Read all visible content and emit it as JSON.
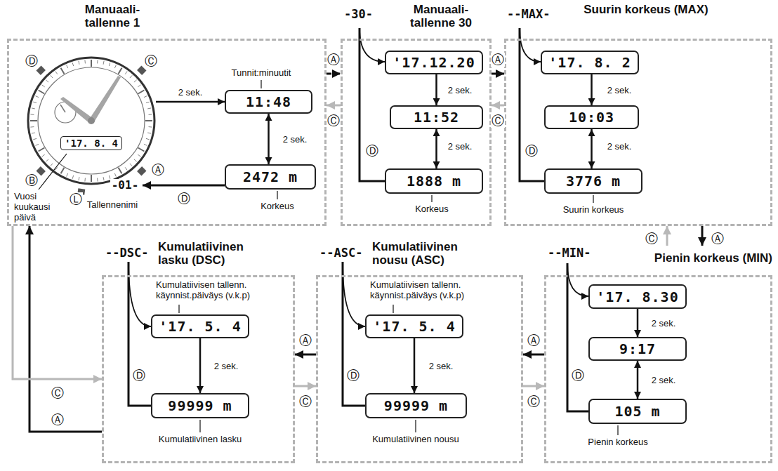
{
  "diagram": {
    "nodes": [
      {
        "text": [
          "Manuaali- tallenne 1"
        ]
      },
      {
        "text": [
          "'17. 8. 4"
        ],
        "in": 0
      },
      {
        "text": [
          "11:48"
        ],
        "in": 0
      },
      {
        "text": [
          "2472 m"
        ],
        "in": 0
      },
      {
        "text": [
          "-30-",
          "Manuaali- tallenne 30"
        ]
      },
      {
        "text": [
          "'17.12.20"
        ],
        "in": 4
      },
      {
        "text": [
          "11:52"
        ],
        "in": 4
      },
      {
        "text": [
          "1888 m"
        ],
        "in": 4
      },
      {
        "text": [
          "--MAX-",
          "Suurin korkeus (MAX)"
        ]
      },
      {
        "text": [
          "'17. 8. 2"
        ],
        "in": 8
      },
      {
        "text": [
          "10:03"
        ],
        "in": 8
      },
      {
        "text": [
          "3776 m"
        ],
        "in": 8
      },
      {
        "text": [
          "--MIN-",
          "Pienin korkeus (MIN)"
        ]
      },
      {
        "text": [
          "'17. 8.30"
        ],
        "in": 12
      },
      {
        "text": [
          "9:17"
        ],
        "in": 12
      },
      {
        "text": [
          "105 m"
        ],
        "in": 12
      },
      {
        "text": [
          "--ASC-",
          "Kumulatiivinen nousu (ASC)"
        ]
      },
      {
        "text": [
          "'17. 5. 4"
        ],
        "in": 16
      },
      {
        "text": [
          "99999 m"
        ],
        "in": 16
      },
      {
        "text": [
          "--DSC-",
          "Kumulatiivinen lasku (DSC)"
        ]
      },
      {
        "text": [
          "'17. 5. 4"
        ],
        "in": 19
      },
      {
        "text": [
          "99999 m"
        ],
        "in": 19
      }
    ],
    "edges": [
      {
        "from": 1,
        "to": 2,
        "label": "2 sek.",
        "arrow": "to"
      },
      {
        "from": 2,
        "to": 3,
        "label": "2 sek.",
        "arrow": "both"
      },
      {
        "from": 5,
        "to": 6,
        "label": "2 sek.",
        "arrow": "to"
      },
      {
        "from": 6,
        "to": 7,
        "label": "2 sek.",
        "arrow": "both"
      },
      {
        "from": 9,
        "to": 10,
        "label": "2 sek.",
        "arrow": "to"
      },
      {
        "from": 10,
        "to": 11,
        "label": "2 sek.",
        "arrow": "both"
      },
      {
        "from": 13,
        "to": 14,
        "label": "2 sek.",
        "arrow": "to"
      },
      {
        "from": 14,
        "to": 15,
        "label": "2 sek.",
        "arrow": "both"
      },
      {
        "from": 17,
        "to": 18,
        "label": "2 sek.",
        "arrow": "to"
      },
      {
        "from": 20,
        "to": 21,
        "label": "2 sek.",
        "arrow": "to"
      },
      {
        "from": 0,
        "to": 4,
        "label": "Ⓐ",
        "arrow": "to"
      },
      {
        "from": 4,
        "to": 0,
        "label": "Ⓒ",
        "arrow": "to"
      },
      {
        "from": 4,
        "to": 8,
        "label": "Ⓐ",
        "arrow": "to"
      },
      {
        "from": 8,
        "to": 4,
        "label": "Ⓒ",
        "arrow": "to"
      },
      {
        "from": 8,
        "to": 12,
        "label": "Ⓐ",
        "arrow": "to"
      },
      {
        "from": 12,
        "to": 8,
        "label": "Ⓒ",
        "arrow": "to"
      },
      {
        "from": 12,
        "to": 16,
        "label": "Ⓐ",
        "arrow": "to"
      },
      {
        "from": 16,
        "to": 12,
        "label": "Ⓒ",
        "arrow": "to"
      },
      {
        "from": 16,
        "to": 19,
        "label": "Ⓐ",
        "arrow": "to"
      },
      {
        "from": 19,
        "to": 16,
        "label": "Ⓒ",
        "arrow": "to"
      },
      {
        "from": 19,
        "to": 0,
        "label": "Ⓐ",
        "arrow": "to"
      },
      {
        "from": 0,
        "to": 19,
        "label": "Ⓒ",
        "arrow": "to"
      }
    ],
    "labels": [
      "Tunnit:minuutit",
      "Korkeus",
      "Vuosi kuukausi päivä",
      "Tallennenimi",
      "-01-",
      "Ⓓ",
      "Ⓓ",
      "Ⓒ",
      "Ⓑ",
      "Ⓐ",
      "Ⓛ",
      "Korkeus",
      "Ⓓ",
      "Suurin korkeus",
      "Ⓓ",
      "Pienin korkeus",
      "Ⓓ",
      "Kumulatiivisen tallenn. käynnist.päiväys (v.k.p)",
      "Kumulatiivinen nousu",
      "Ⓓ",
      "Kumulatiivisen tallenn. käynnist.päiväys (v.k.p)",
      "Kumulatiivinen lasku",
      "Ⓓ"
    ]
  }
}
